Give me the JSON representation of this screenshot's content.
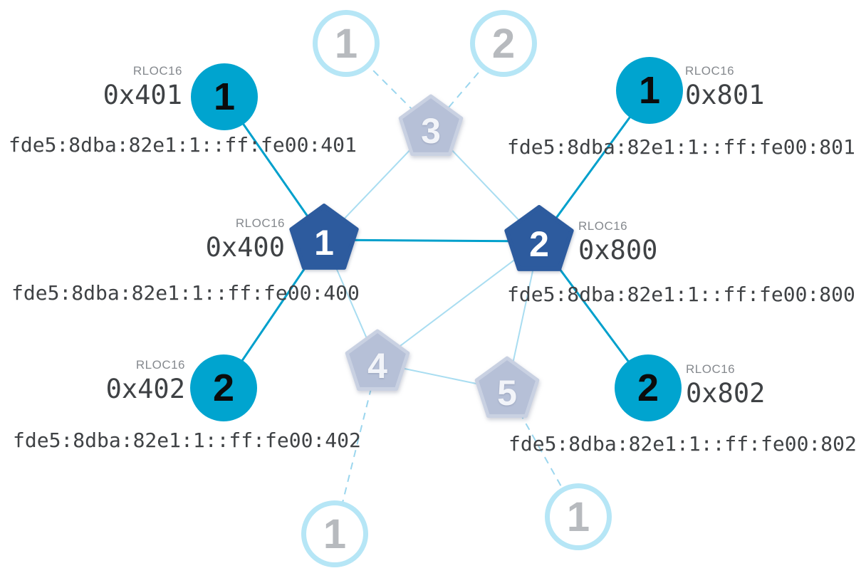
{
  "colors": {
    "child_active_fill": "#00a4cf",
    "router_active_fill": "#2d5b9e",
    "node_faded_fill": "#b6c0d7",
    "faded_circle_border": "#b6e6f6",
    "link_active": "#00a0cc",
    "link_idle": "#a9ddf1",
    "label_gray": "#85898e",
    "text_dark": "#3f4245"
  },
  "nodes": {
    "routers": [
      {
        "number": "1",
        "state": "active",
        "rloc_label": "RLOC16",
        "rloc16": "0x400",
        "ipv6": "fde5:8dba:82e1:1::ff:fe00:400"
      },
      {
        "number": "2",
        "state": "active",
        "rloc_label": "RLOC16",
        "rloc16": "0x800",
        "ipv6": "fde5:8dba:82e1:1::ff:fe00:800"
      },
      {
        "number": "3",
        "state": "faded"
      },
      {
        "number": "4",
        "state": "faded"
      },
      {
        "number": "5",
        "state": "faded"
      }
    ],
    "children": [
      {
        "number": "1",
        "state": "active",
        "rloc_label": "RLOC16",
        "rloc16": "0x401",
        "ipv6": "fde5:8dba:82e1:1::ff:fe00:401"
      },
      {
        "number": "2",
        "state": "active",
        "rloc_label": "RLOC16",
        "rloc16": "0x402",
        "ipv6": "fde5:8dba:82e1:1::ff:fe00:402"
      },
      {
        "number": "1",
        "state": "active",
        "rloc_label": "RLOC16",
        "rloc16": "0x801",
        "ipv6": "fde5:8dba:82e1:1::ff:fe00:801"
      },
      {
        "number": "2",
        "state": "active",
        "rloc_label": "RLOC16",
        "rloc16": "0x802",
        "ipv6": "fde5:8dba:82e1:1::ff:fe00:802"
      },
      {
        "number": "1",
        "state": "faded",
        "position": "top-left"
      },
      {
        "number": "2",
        "state": "faded",
        "position": "top-right"
      },
      {
        "number": "1",
        "state": "faded",
        "position": "bottom-left"
      },
      {
        "number": "1",
        "state": "faded",
        "position": "bottom-right"
      }
    ]
  }
}
